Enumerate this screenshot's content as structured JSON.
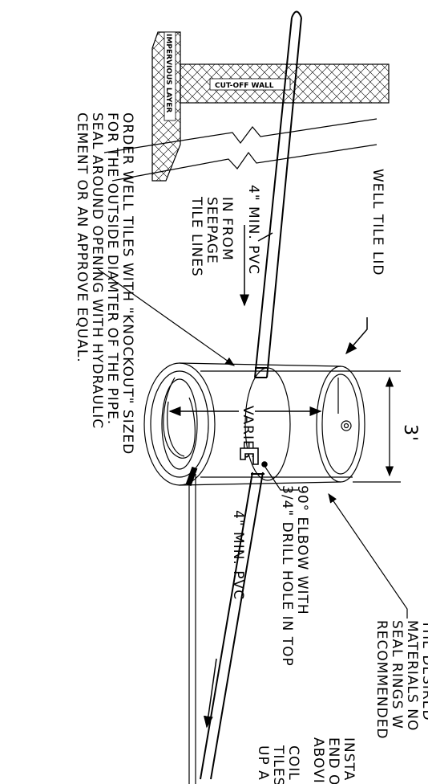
{
  "labels": {
    "impervious_layer": "IMPERVIOUS LAYER",
    "cut_off_wall": "CUT-OFF WALL",
    "well_tile_lid": "WELL TILE LID",
    "pipe_upper": "4\" MIN. PVC",
    "pipe_lower": "4\" MIN. PVC",
    "in_from": [
      "IN FROM",
      "SEEPAGE",
      "TILE LINES"
    ],
    "order_note": [
      "ORDER WELL TILES WITH \"KNOCKOUT\" SIZED",
      "FOR THE OUTSIDE DIAMTER OF THE PIPE.",
      "SEAL AROUND OPENING WITH HYDRAULIC",
      "CEMENT OR AN APPROVE EQUAL."
    ],
    "diameter": "3'",
    "varies": "VARIES",
    "elbow_note": [
      "90° ELBOW WITH",
      "3/4\" DRILL HOLE IN TOP"
    ],
    "desired_note": [
      "THE DESIRED",
      "MATERIALS NO",
      "SEAL RINGS W",
      "RECOMMENDED"
    ],
    "install_note": [
      "INSTA",
      "END O",
      "ABOVI"
    ],
    "coil_note": [
      "COIL",
      "TILES",
      "UP A"
    ]
  }
}
